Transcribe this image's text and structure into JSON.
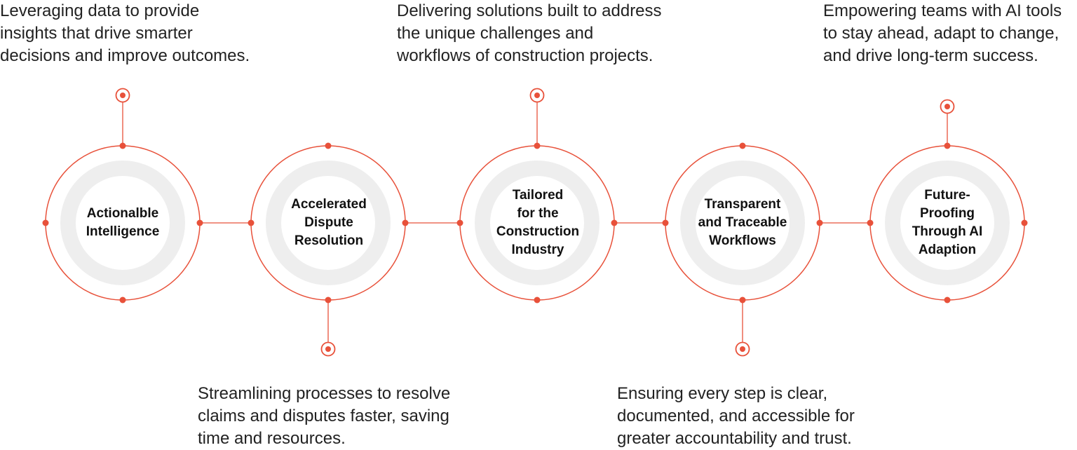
{
  "colors": {
    "accent": "#e8513a",
    "ring": "#eeeeee",
    "text": "#222222",
    "title": "#111111"
  },
  "steps": [
    {
      "title": "Actionalble\nIntelligence",
      "description": "Leveraging data to provide\ninsights that drive smarter\ndecisions and improve outcomes.",
      "description_position": "top"
    },
    {
      "title": "Accelerated\nDispute\nResolution",
      "description": "Streamlining processes to resolve\nclaims and disputes faster, saving\ntime and resources.",
      "description_position": "bottom"
    },
    {
      "title": "Tailored\nfor the\nConstruction\nIndustry",
      "description": "Delivering solutions built to address\nthe unique challenges and\nworkflows of construction projects.",
      "description_position": "top"
    },
    {
      "title": "Transparent\nand Traceable\nWorkflows",
      "description": "Ensuring every step is clear,\ndocumented, and accessible for\ngreater accountability and trust.",
      "description_position": "bottom"
    },
    {
      "title": "Future-\nProofing\nThrough AI\nAdaption",
      "description": "Empowering teams with AI tools\nto stay ahead, adapt to change,\nand drive long-term success.",
      "description_position": "top"
    }
  ]
}
